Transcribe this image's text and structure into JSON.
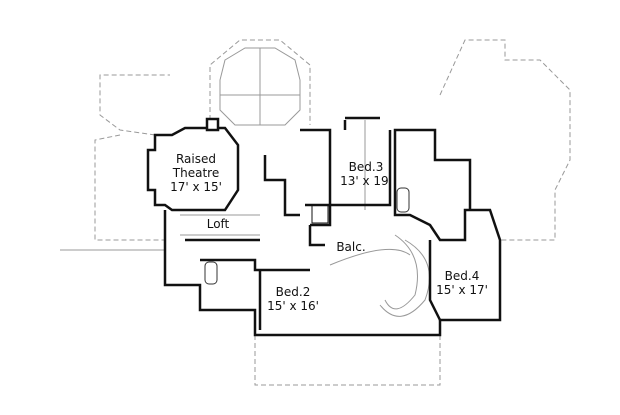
{
  "rooms": [
    {
      "name": "Raised",
      "name2": "Theatre",
      "size": "17' x 15'"
    },
    {
      "name": "Bed.3",
      "size": "13' x 19'"
    },
    {
      "name": "Loft"
    },
    {
      "name": "Balc."
    },
    {
      "name": "Bed.2",
      "size": "15' x 16'"
    },
    {
      "name": "Bed.4",
      "size": "15' x 17'"
    }
  ],
  "colors": {
    "wall": "#111111",
    "outline": "#888888",
    "background": "#ffffff"
  }
}
